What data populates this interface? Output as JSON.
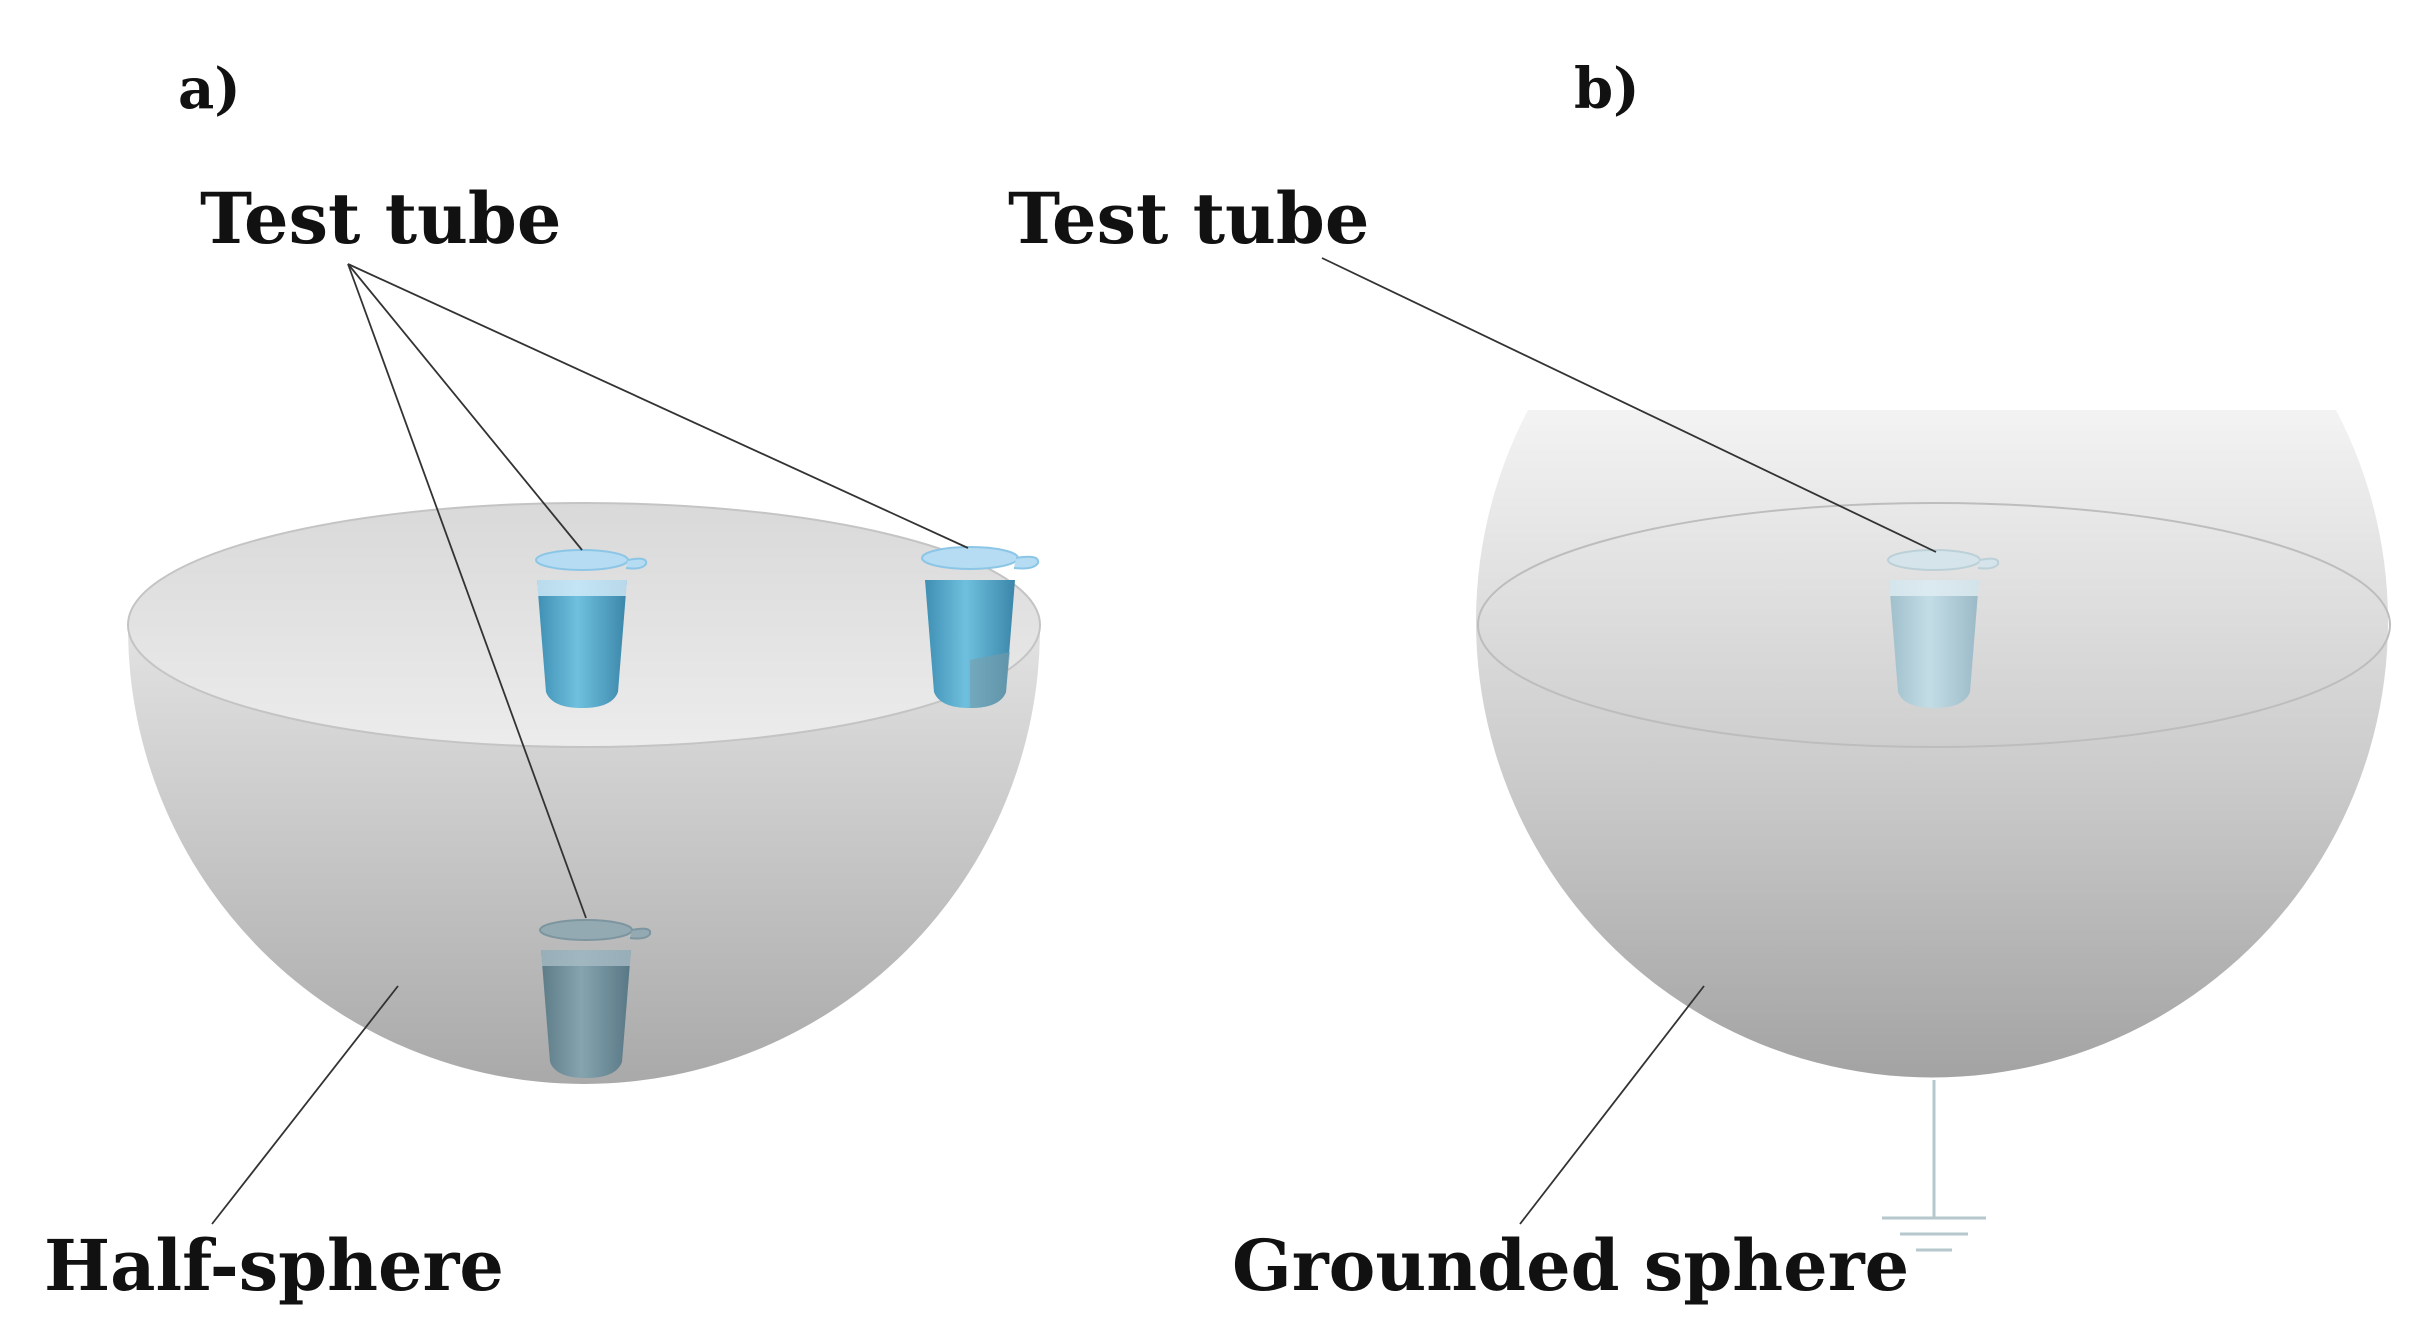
{
  "panel_a": {
    "panel_label": "a)",
    "tube_label": "Test tube",
    "body_label": "Half-sphere"
  },
  "panel_b": {
    "panel_label": "b)",
    "tube_label": "Test tube",
    "body_label": "Grounded sphere"
  },
  "colors": {
    "sphere_light": "#f0f0f0",
    "sphere_dark": "#a6a6a6",
    "tube_blue": "#5aaed0",
    "tube_lid": "#b5dcf2",
    "ground_line": "#b6c8cc",
    "text": "#111111"
  },
  "icons": {
    "ground": "ground-symbol-icon",
    "tube": "test-tube-icon"
  }
}
